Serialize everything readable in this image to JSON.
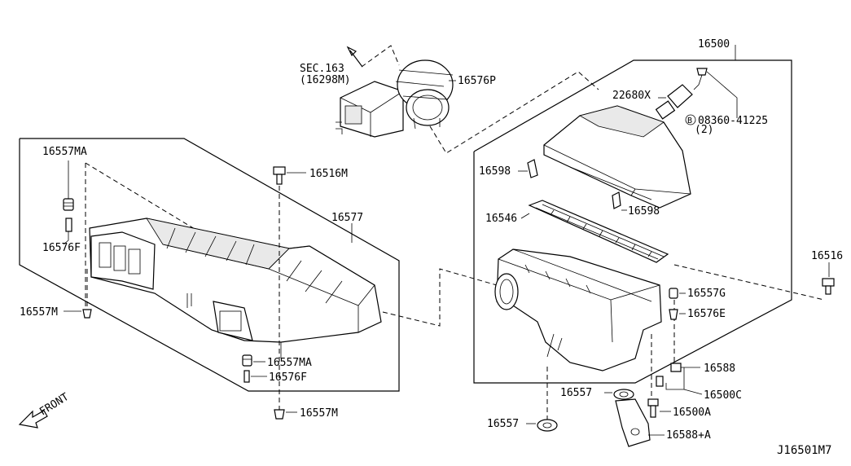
{
  "labels": {
    "sec_ref": "SEC.163",
    "sec_ref_sub": "(16298M)",
    "p16576P": "16576P",
    "p16500": "16500",
    "p22680X": "22680X",
    "p08360": "08360-41225",
    "p08360_qty": "(2)",
    "bolt_mark": "B",
    "p16598_a": "16598",
    "p16598_b": "16598",
    "p16546": "16546",
    "p16516": "16516",
    "p16557G": "16557G",
    "p16576E": "16576E",
    "p16588": "16588",
    "p16500C": "16500C",
    "p16557_a": "16557",
    "p16500A": "16500A",
    "p16557_b": "16557",
    "p16588A": "16588+A",
    "p16557MA_a": "16557MA",
    "p16576F_a": "16576F",
    "p16557M_a": "16557M",
    "p16516M": "16516M",
    "p16577": "16577",
    "p16557MA_b": "16557MA",
    "p16576F_b": "16576F",
    "p16557M_b": "16557M",
    "front": "FRONT",
    "diagram_id": "J16501M7"
  }
}
